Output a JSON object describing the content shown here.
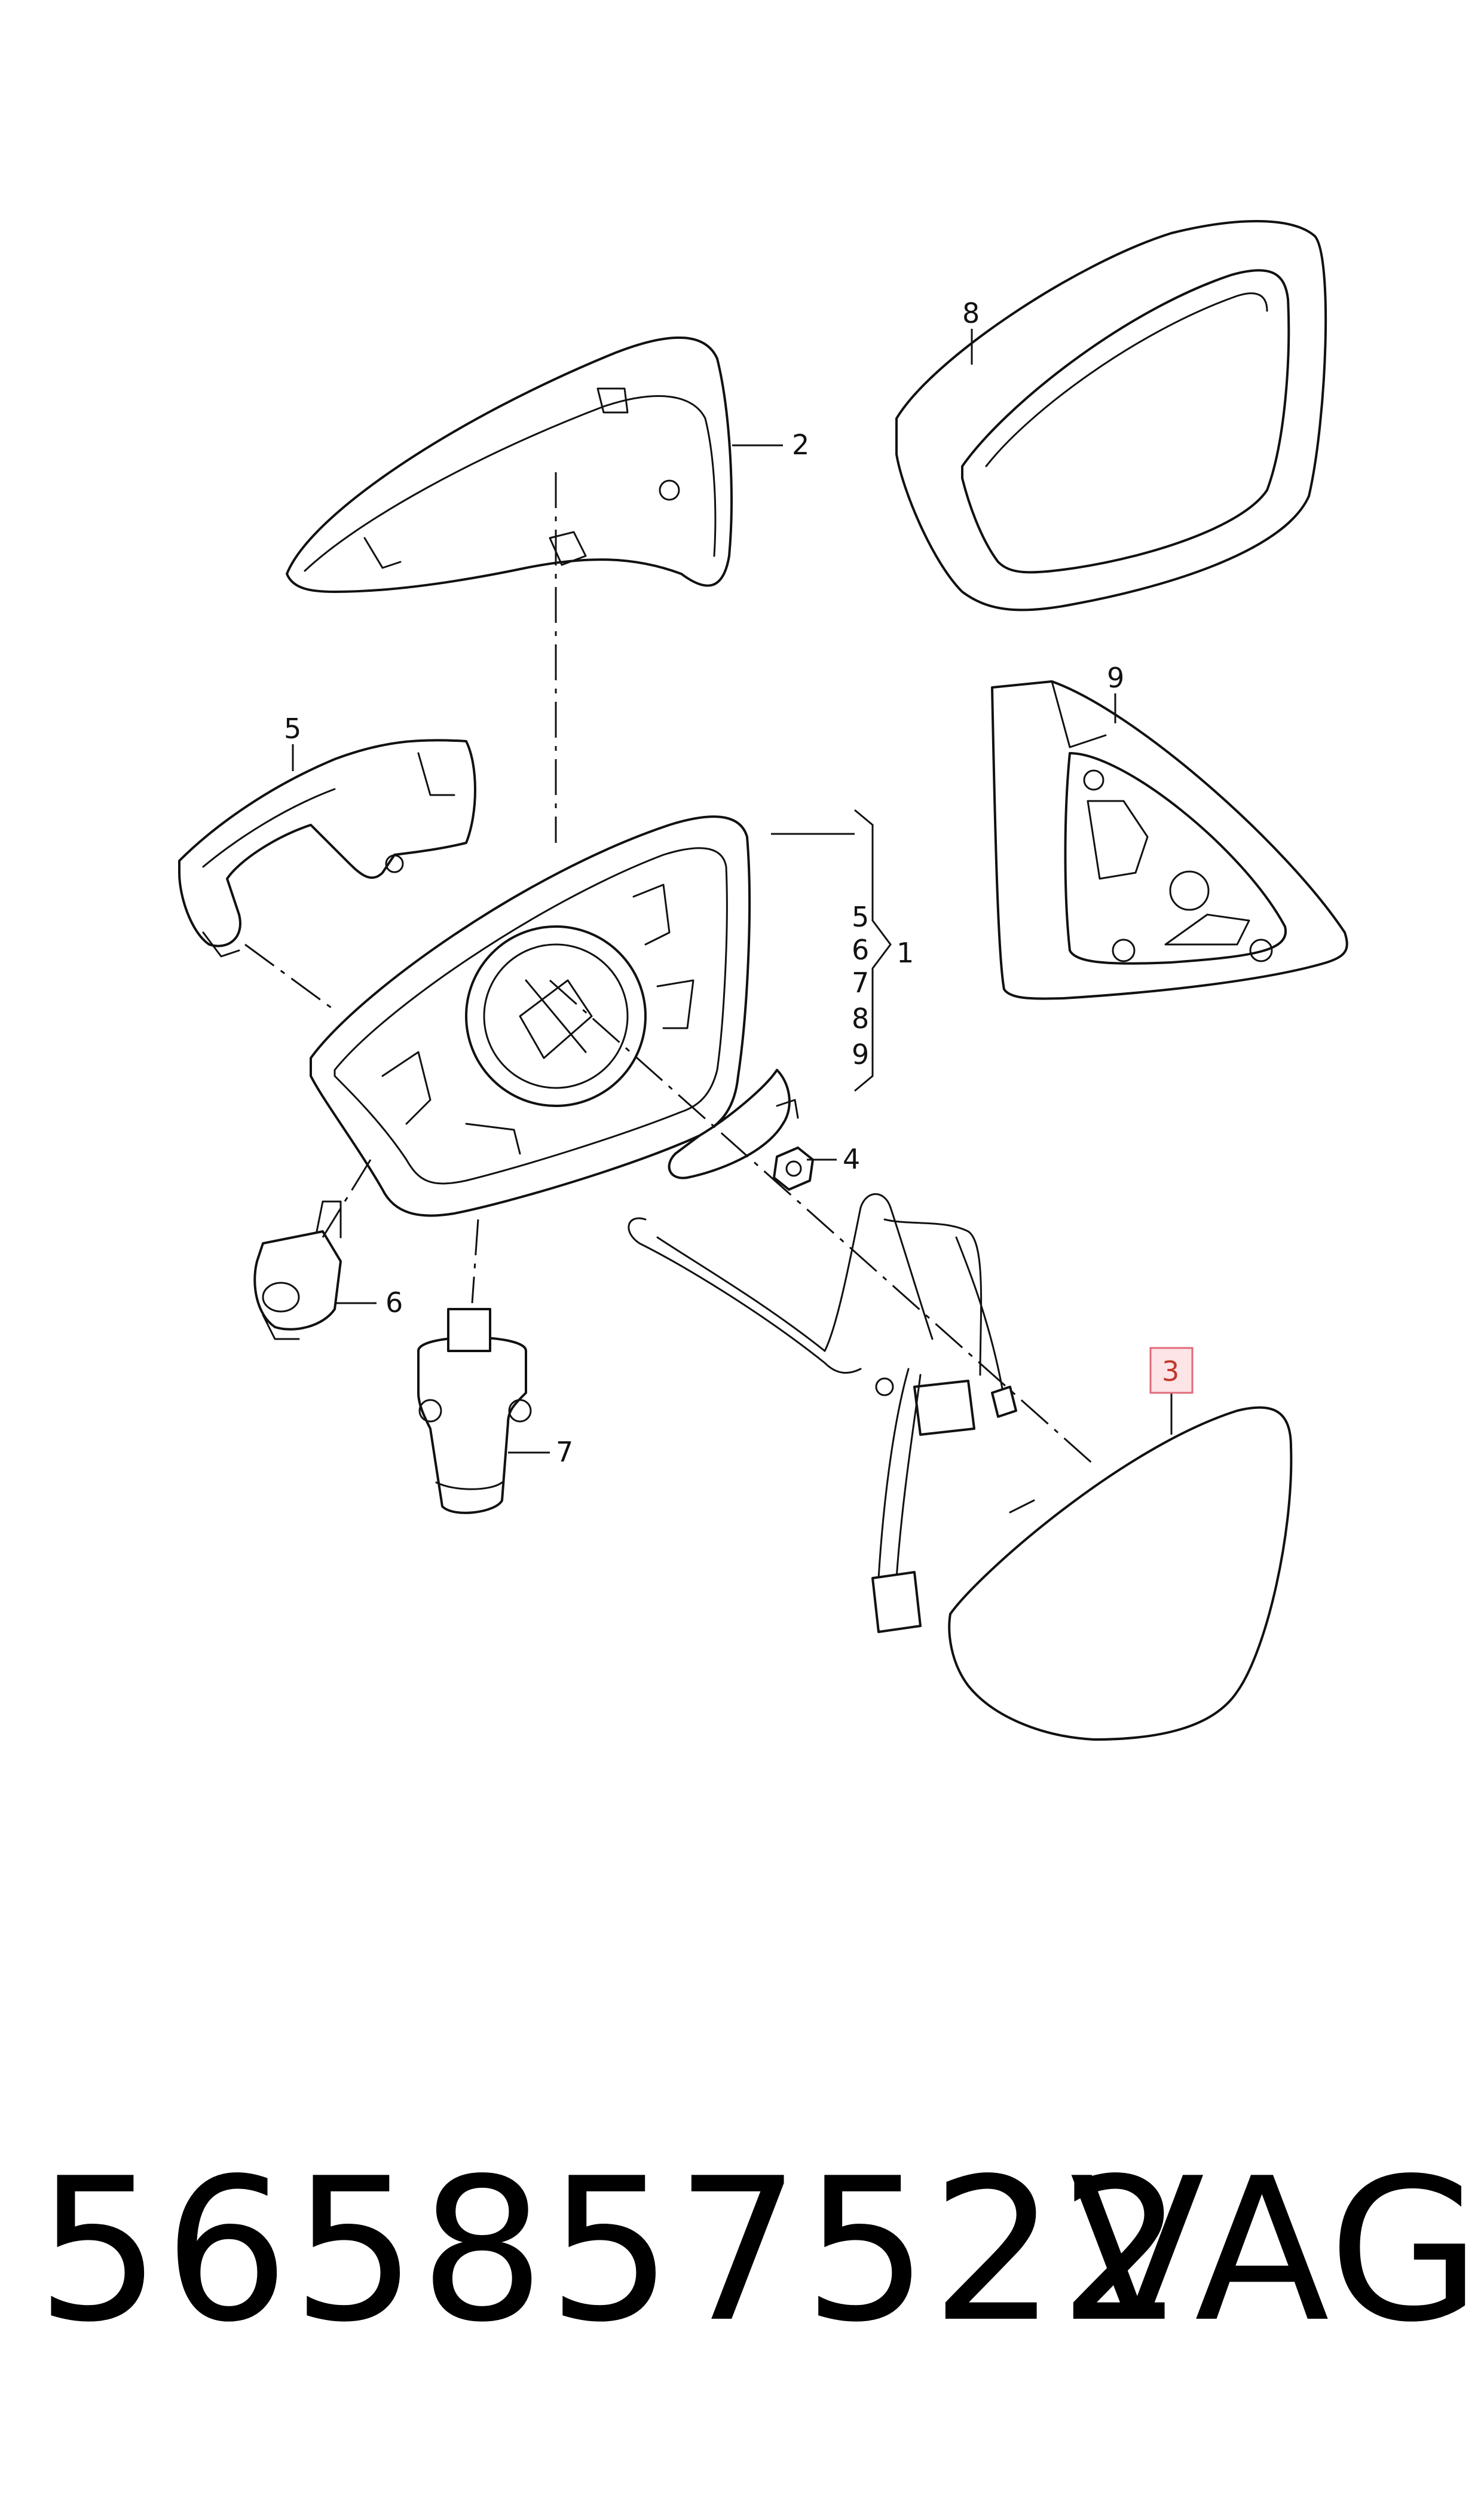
{
  "diagram": {
    "callouts": {
      "c1": "1",
      "c2": "2",
      "c3": "3",
      "c4": "4",
      "c5": "5",
      "c6": "6",
      "c7": "7",
      "c8": "8",
      "c9": "9",
      "g5": "5",
      "g6": "6",
      "g7": "7",
      "g8": "8",
      "g9": "9"
    },
    "highlight_color": "#e06a7a"
  },
  "footer": {
    "part_number": "565857522",
    "brand": "VAG"
  }
}
